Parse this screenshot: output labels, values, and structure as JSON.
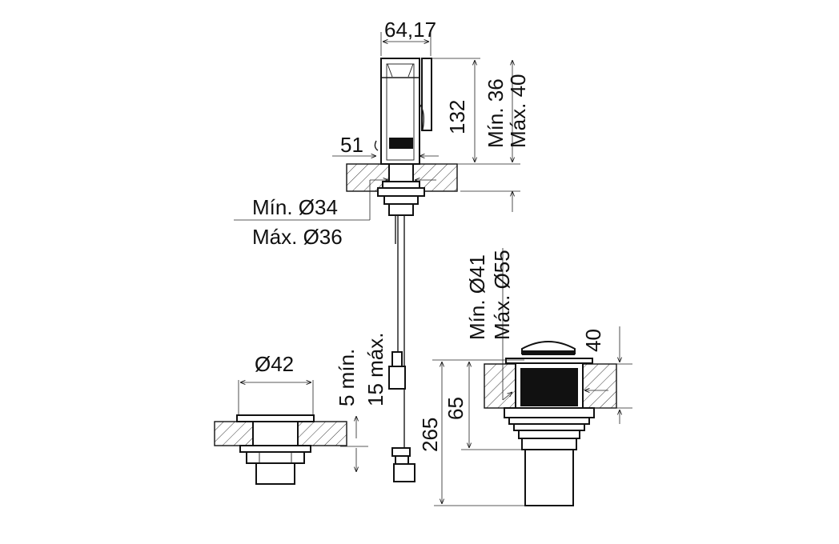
{
  "dimensions": {
    "width_top": "64,17",
    "height_spout": "132",
    "min_36": "Mín. 36",
    "max_40": "Máx. 40",
    "spout_offset": "51",
    "hole_min": "Mín. Ø34",
    "hole_max": "Máx. Ø36",
    "hose_min": "5 mín.",
    "hose_max": "15 máx.",
    "waste_diameter": "Ø42",
    "drain_min": "Mín. Ø41",
    "drain_max": "Máx. Ø55",
    "drain_top": "40",
    "drain_65": "65",
    "drain_265": "265"
  }
}
